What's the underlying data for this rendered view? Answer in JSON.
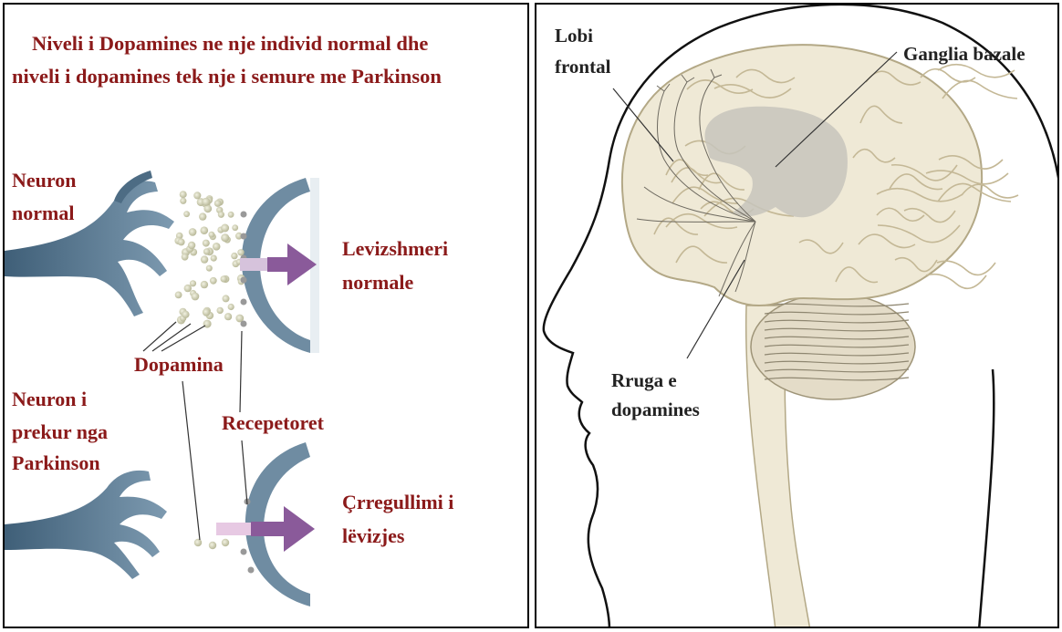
{
  "left_panel": {
    "title_line1": "Niveli i Dopamines ne nje individ normal dhe",
    "title_line2": "niveli i dopamines tek nje i semure me Parkinson",
    "neuron_normal_line1": "Neuron",
    "neuron_normal_line2": "normal",
    "movement_normal_line1": "Levizshmeri",
    "movement_normal_line2": "normale",
    "dopamine_label": "Dopamina",
    "affected_line1": "Neuron i",
    "affected_line2": "prekur nga",
    "affected_line3": "Parkinson",
    "receptors_label": "Recepetoret",
    "movement_disorder_line1": "Çrregullimi i",
    "movement_disorder_line2": "lëvizjes",
    "colors": {
      "label_red": "#8b1a1a",
      "neuron_blue": "#56778f",
      "arrow_purple": "#8a5a9a",
      "dot_color": "#d6d6b8"
    }
  },
  "right_panel": {
    "frontal_line1": "Lobi",
    "frontal_line2": "frontal",
    "basal_ganglia": "Ganglia bazale",
    "pathway_line1": "Rruga e",
    "pathway_line2": "dopamines",
    "colors": {
      "brain": "#efe9d6",
      "brain_outline": "#b3a886",
      "ganglia": "#c7c4bc"
    }
  }
}
